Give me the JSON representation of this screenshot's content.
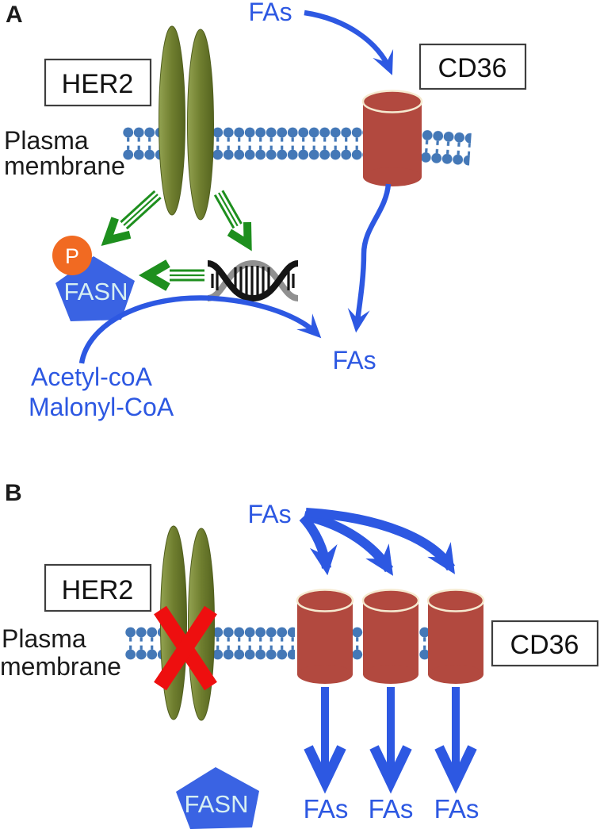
{
  "figure": {
    "colors": {
      "accent_blue": "#2d58e2",
      "pentagon_blue": "#3a63e3",
      "fasn_text": "#d6eff2",
      "membrane_blue": "#4478b7",
      "receptor_green": "#6f7e2f",
      "arrow_green": "#1e8f1e",
      "cd36_red": "#b2493f",
      "cd36_rim_cream": "#f5ead0",
      "phospho_orange": "#f16a22",
      "inhibit_red": "#ee0f0f",
      "text_black": "#1b1b1b",
      "dna_black": "#151515",
      "dna_gray": "#909090"
    },
    "panel_a": {
      "label": "A",
      "fas_extracellular": "FAs",
      "cd36_label": "CD36",
      "her2_label": "HER2",
      "plasma_membrane_line1": "Plasma",
      "plasma_membrane_line2": "membrane",
      "phospho_label": "P",
      "fasn_label": "FASN",
      "substrate_line1": "Acetyl-coA",
      "substrate_line2": "Malonyl-CoA",
      "fas_intracellular": "FAs"
    },
    "panel_b": {
      "label": "B",
      "fas_extracellular": "FAs",
      "her2_label": "HER2",
      "plasma_membrane_line1": "Plasma",
      "plasma_membrane_line2": "membrane",
      "cd36_label": "CD36",
      "fasn_label": "FASN",
      "fas_imported": [
        "FAs",
        "FAs",
        "FAs"
      ]
    }
  }
}
